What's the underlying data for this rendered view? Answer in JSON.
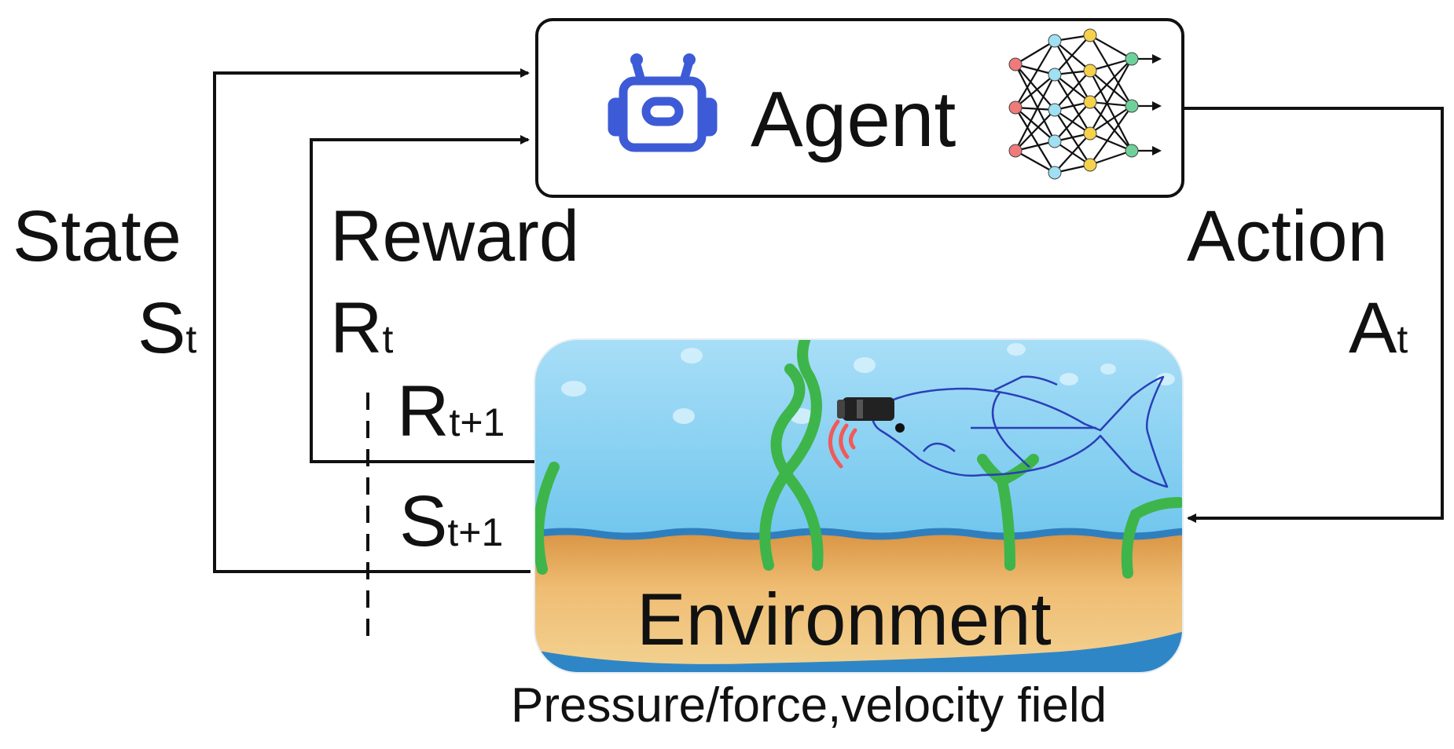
{
  "agent": {
    "label": "Agent",
    "icon": "robot-icon",
    "network_icon": "neural-network-icon"
  },
  "environment": {
    "label": "Environment",
    "caption": "Pressure/force,velocity field"
  },
  "state": {
    "title": "State",
    "symbol": "S",
    "subscript": "t"
  },
  "reward": {
    "title": "Reward",
    "symbol": "R",
    "subscript": "t"
  },
  "action": {
    "title": "Action",
    "symbol": "A",
    "subscript": "t"
  },
  "next_reward": {
    "symbol": "R",
    "subscript": "t+1"
  },
  "next_state": {
    "symbol": "S",
    "subscript": "t+1"
  },
  "colors": {
    "robot": "#3d5bd6",
    "water_top": "#9fdcf6",
    "water_bottom": "#49b7e8",
    "sand": "#e8a959",
    "seaweed": "#3db54a",
    "sonar": "#f05a5a",
    "fish_outline": "#2a3fb8"
  }
}
